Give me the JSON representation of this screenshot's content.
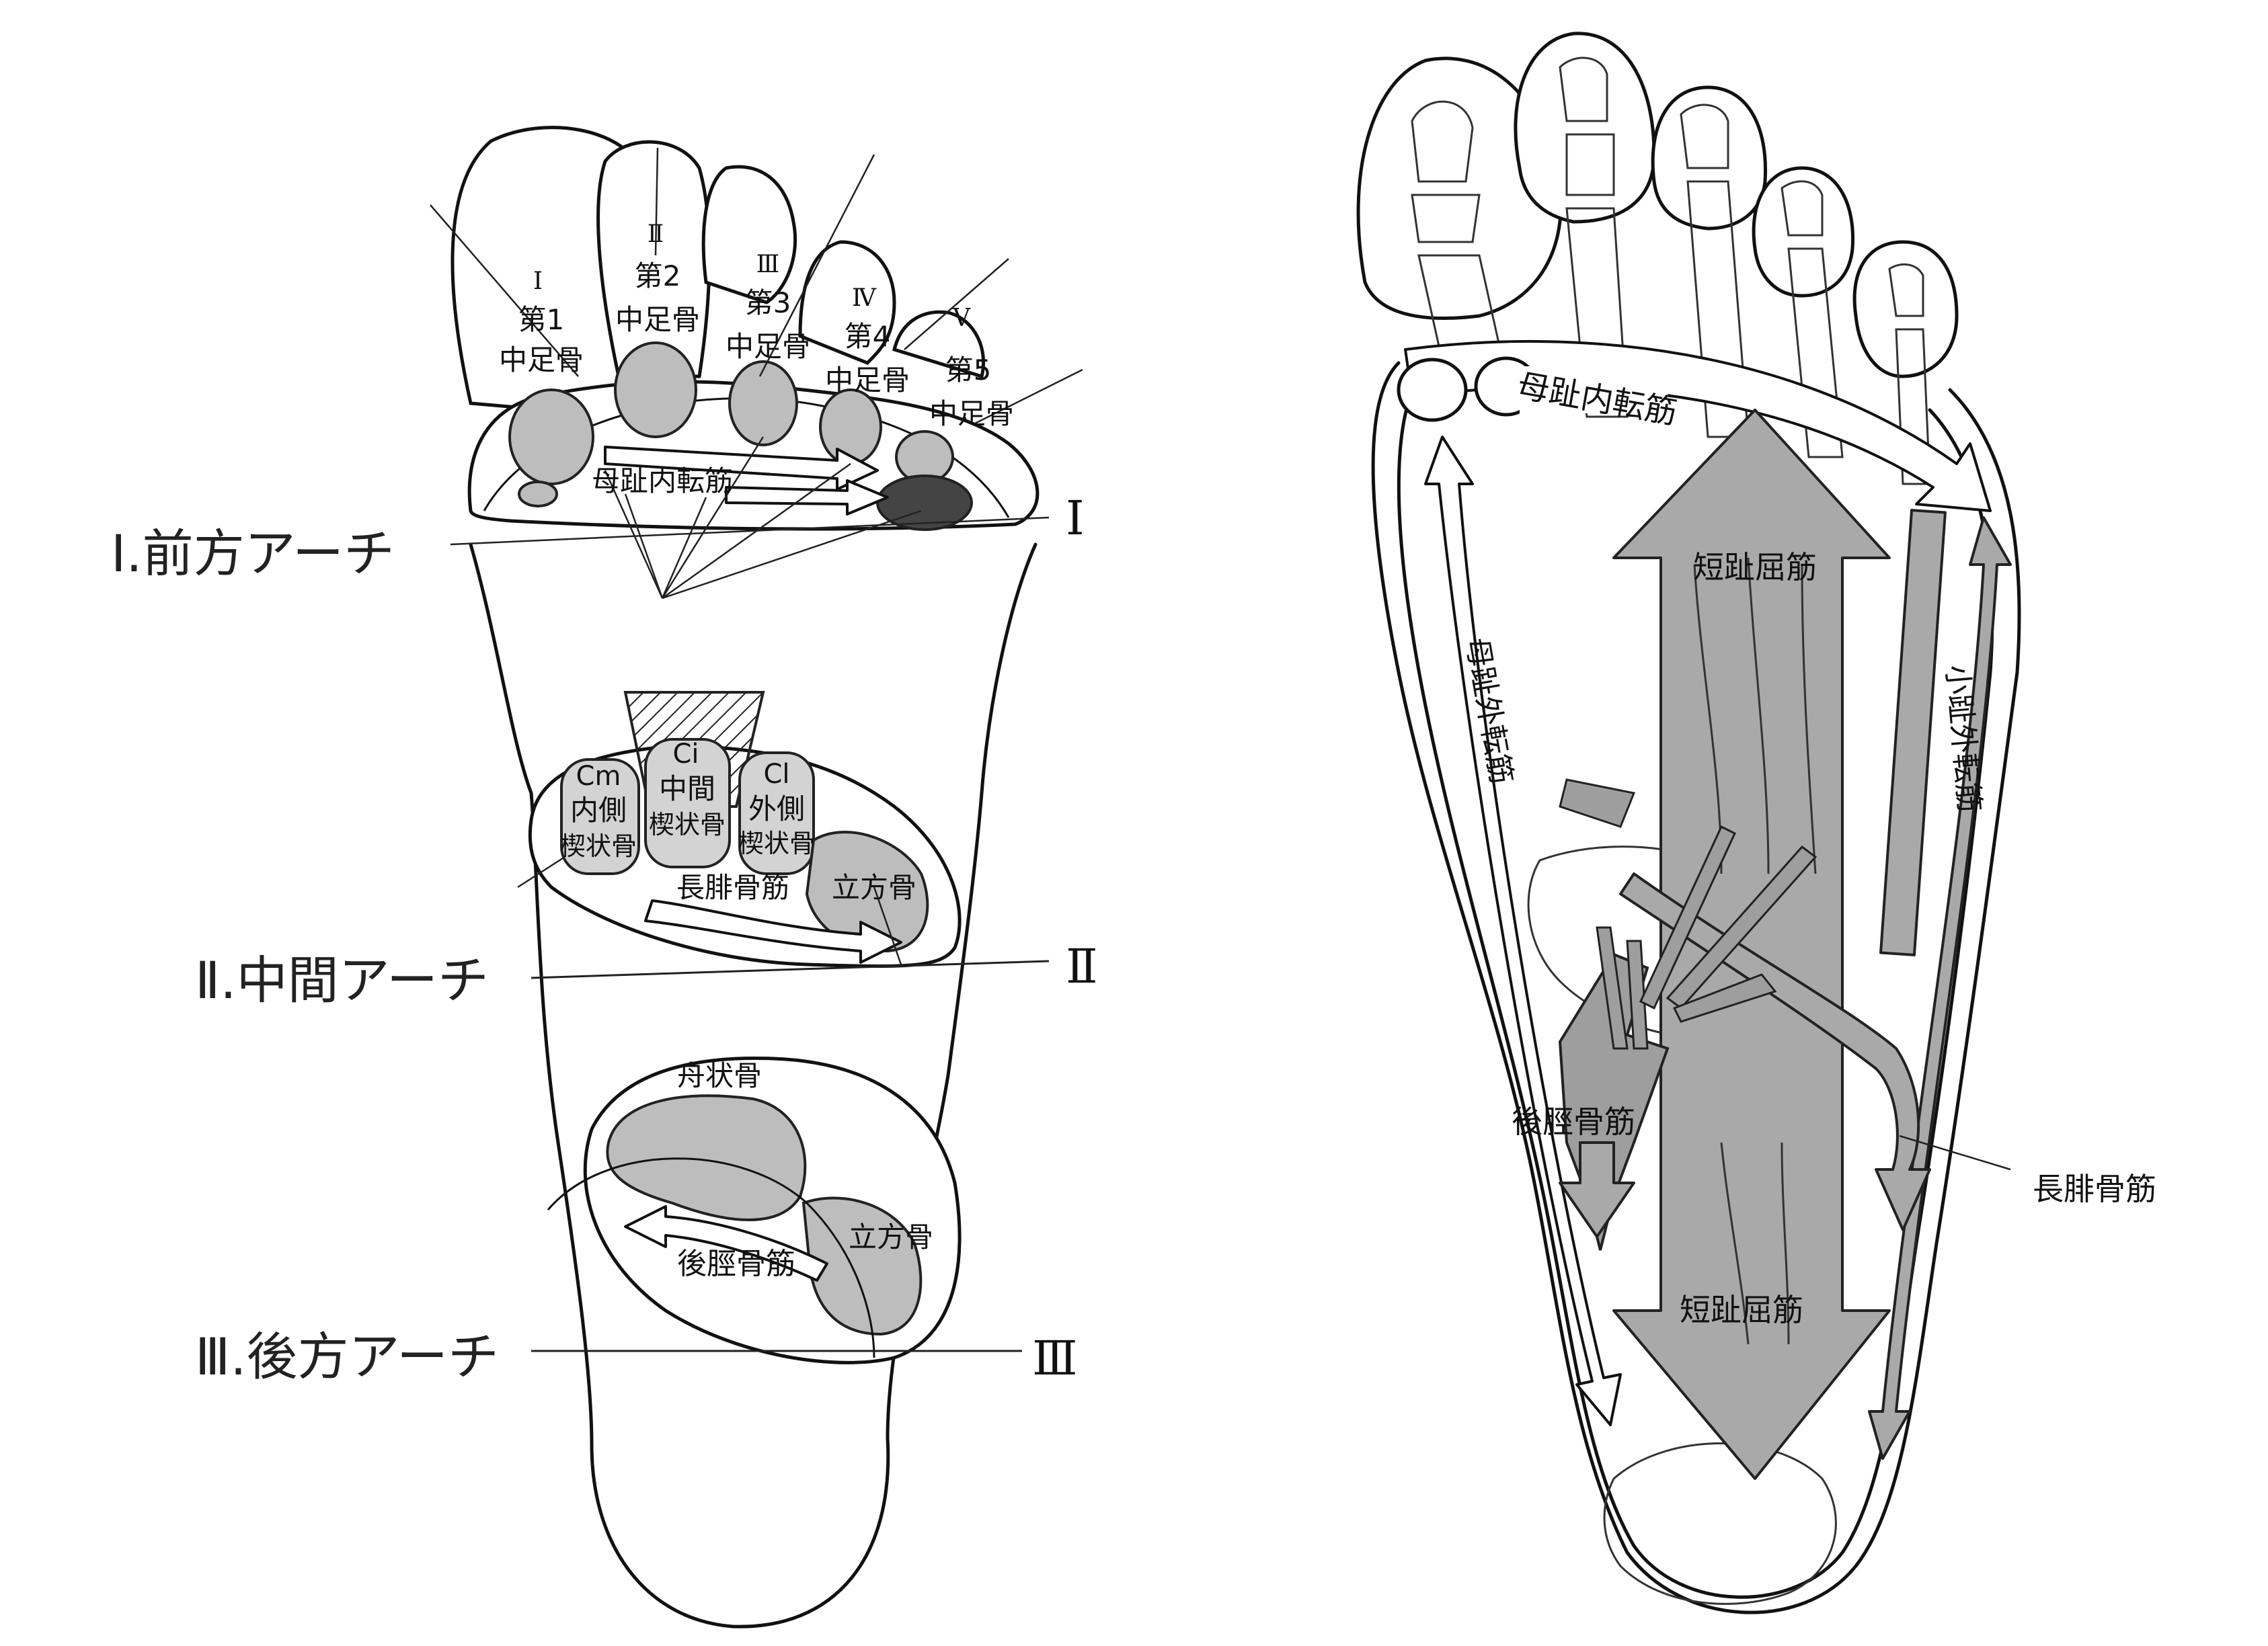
{
  "left_figure": {
    "forefoot": {
      "roman": [
        "Ⅰ",
        "Ⅱ",
        "Ⅲ",
        "Ⅳ",
        "Ⅴ"
      ],
      "metatarsal_1": [
        "第1",
        "中足骨"
      ],
      "metatarsal_2": [
        "第2",
        "中足骨"
      ],
      "metatarsal_3": [
        "第3",
        "中足骨"
      ],
      "metatarsal_4": [
        "第4",
        "中足骨"
      ],
      "metatarsal_5": [
        "第5",
        "中足骨"
      ],
      "muscle": "母趾内転筋"
    },
    "arch_1": {
      "title": "Ⅰ.前方アーチ",
      "marker": "Ⅰ"
    },
    "midfoot": {
      "medial_code": "Cm",
      "medial": [
        "内側",
        "楔状骨"
      ],
      "intermediate_code": "Ci",
      "intermediate": [
        "中間",
        "楔状骨"
      ],
      "lateral_code": "Cl",
      "lateral": [
        "外側",
        "楔状骨"
      ],
      "cuboid": "立方骨",
      "muscle": "長腓骨筋"
    },
    "arch_2": {
      "title": "Ⅱ.中間アーチ",
      "marker": "Ⅱ"
    },
    "hindfoot": {
      "navicular": "舟状骨",
      "cuboid": "立方骨",
      "muscle": "後脛骨筋"
    },
    "arch_3": {
      "title": "Ⅲ.後方アーチ",
      "marker": "Ⅲ"
    }
  },
  "right_figure": {
    "adductor_hallucis": "母趾内転筋",
    "fdb_top": "短趾屈筋",
    "fdb_bottom": "短趾屈筋",
    "abductor_hallucis": "母趾外転筋",
    "abductor_digiti_minimi": "小趾外転筋",
    "tibialis_posterior": "後脛骨筋",
    "peroneus_longus": "長腓骨筋"
  },
  "colors": {
    "bone_fill": "#bdbdbd",
    "muscle_fill": "#9e9e9e",
    "line": "#111111"
  }
}
